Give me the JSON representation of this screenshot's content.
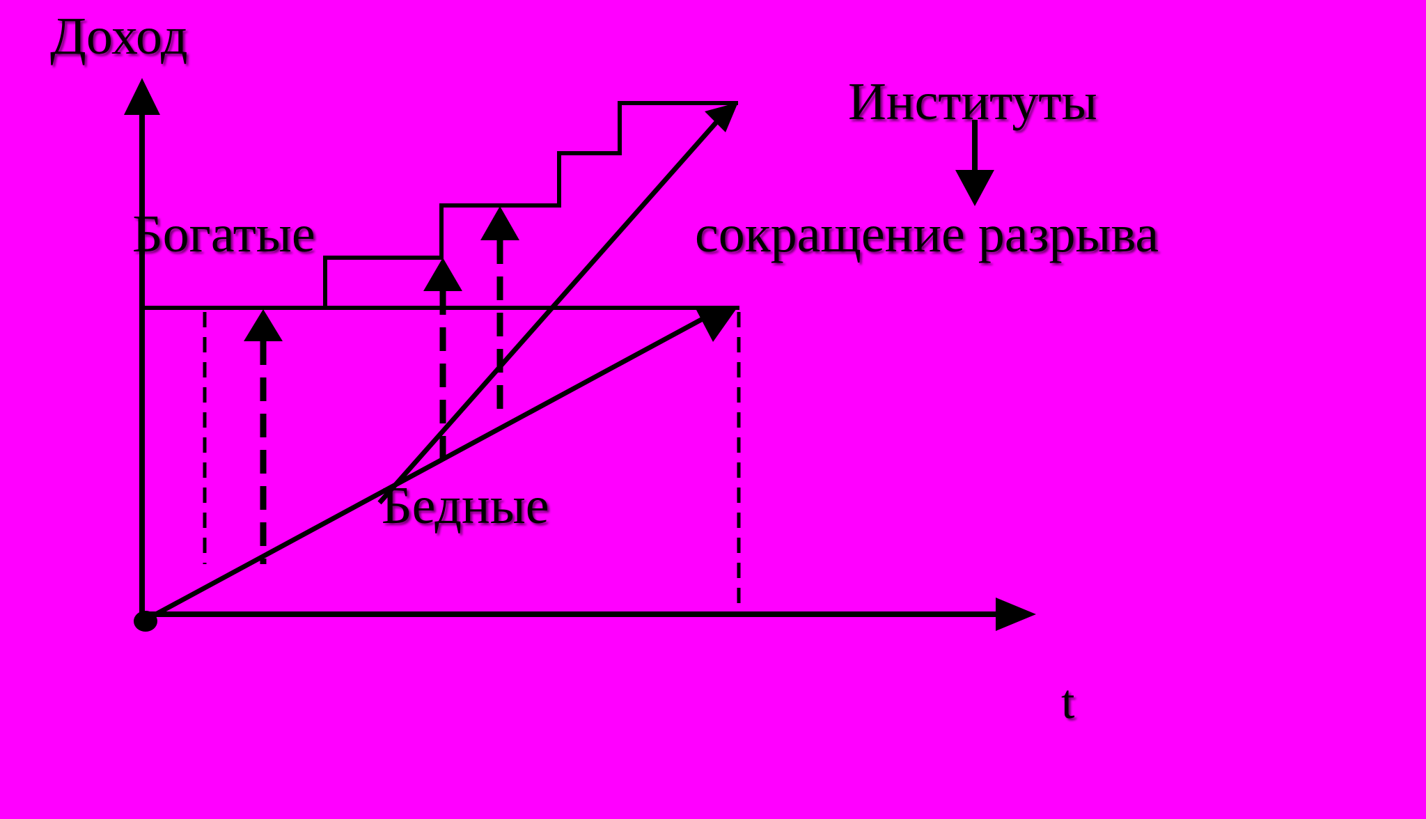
{
  "colors": {
    "background": "#ff00ff",
    "ink": "#000000"
  },
  "labels": {
    "y_axis": "Доход",
    "x_axis": "t",
    "institutions": "Институты",
    "gap_reduction": "сокращение разрыва",
    "rich": "Богатые",
    "poor": "Бедные"
  }
}
